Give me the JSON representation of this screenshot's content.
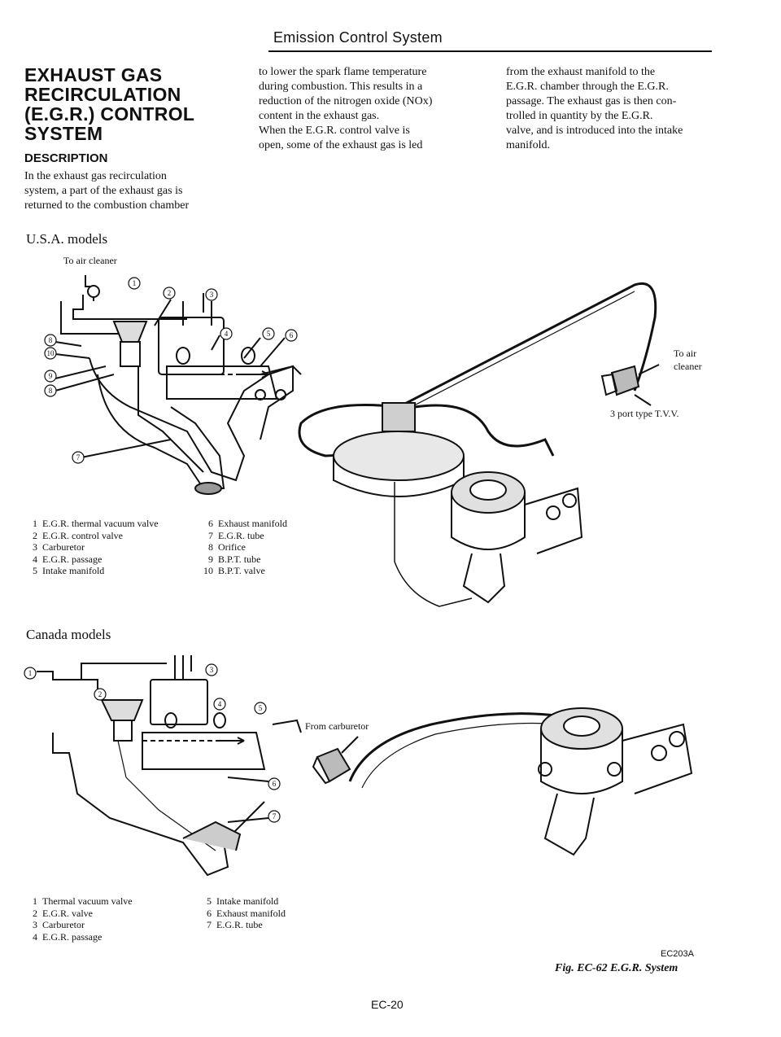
{
  "header": {
    "title": "Emission Control System"
  },
  "section": {
    "title_lines": [
      "EXHAUST GAS",
      "RECIRCULATION",
      "(E.G.R.) CONTROL",
      "SYSTEM"
    ],
    "subheading": "DESCRIPTION"
  },
  "body": {
    "col1": "    In the exhaust gas recirculation\nsystem, a part of the exhaust gas is\nreturned to the combustion chamber",
    "col2": "to lower the spark flame temperature\nduring combustion. This results in a\nreduction of the nitrogen oxide (NOx)\ncontent in the exhaust gas.\n    When the E.G.R. control valve is\nopen, some of the exhaust gas is led",
    "col3": "from the exhaust manifold to the\nE.G.R. chamber through the E.G.R.\npassage. The exhaust gas is then con-\ntrolled in quantity by the E.G.R.\nvalve, and is introduced into the intake\nmanifold."
  },
  "usa": {
    "label": "U.S.A. models",
    "to_air_cleaner_top": "To air cleaner",
    "to_air_cleaner_right_1": "To air",
    "to_air_cleaner_right_2": "cleaner",
    "tvv_label": "3 port type T.V.V.",
    "legend_left": [
      {
        "n": "1",
        "t": "E.G.R. thermal vacuum valve"
      },
      {
        "n": "2",
        "t": "E.G.R. control valve"
      },
      {
        "n": "3",
        "t": "Carburetor"
      },
      {
        "n": "4",
        "t": "E.G.R. passage"
      },
      {
        "n": "5",
        "t": "Intake manifold"
      }
    ],
    "legend_right": [
      {
        "n": "6",
        "t": "Exhaust manifold"
      },
      {
        "n": "7",
        "t": "E.G.R. tube"
      },
      {
        "n": "8",
        "t": "Orifice"
      },
      {
        "n": "9",
        "t": "B.P.T. tube"
      },
      {
        "n": "10",
        "t": "B.P.T. valve"
      }
    ]
  },
  "canada": {
    "label": "Canada models",
    "from_carburetor": "From carburetor",
    "legend_left": [
      {
        "n": "1",
        "t": "Thermal vacuum valve"
      },
      {
        "n": "2",
        "t": "E.G.R. valve"
      },
      {
        "n": "3",
        "t": "Carburetor"
      },
      {
        "n": "4",
        "t": "E.G.R. passage"
      }
    ],
    "legend_right": [
      {
        "n": "5",
        "t": "Intake manifold"
      },
      {
        "n": "6",
        "t": "Exhaust manifold"
      },
      {
        "n": "7",
        "t": "E.G.R. tube"
      }
    ]
  },
  "figure": {
    "code": "EC203A",
    "caption": "Fig. EC-62 E.G.R. System"
  },
  "page": {
    "number": "EC-20"
  }
}
